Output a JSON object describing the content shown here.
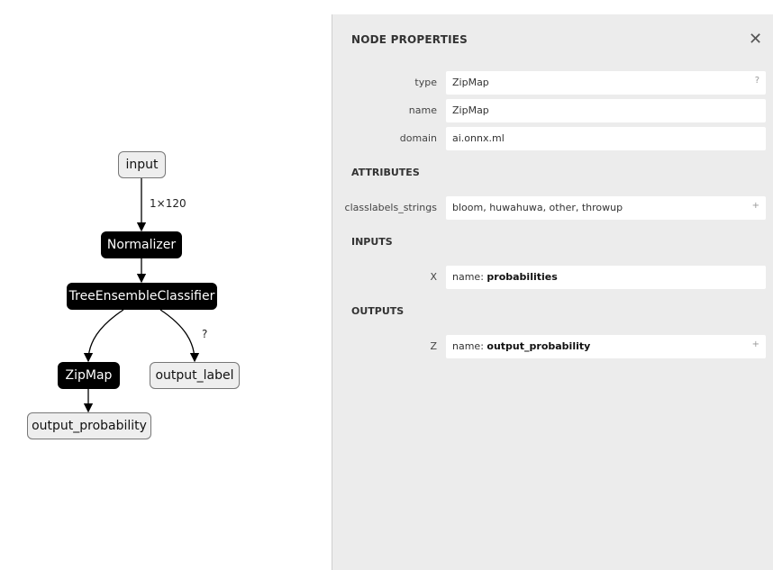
{
  "graph": {
    "nodes": {
      "input": "input",
      "normalizer": "Normalizer",
      "tree": "TreeEnsembleClassifier",
      "zipmap": "ZipMap",
      "output_label": "output_label",
      "output_probability": "output_probability"
    },
    "edge_labels": {
      "input_shape": "1×120",
      "label_shape": "?"
    }
  },
  "sidebar": {
    "title": "NODE PROPERTIES",
    "close_icon": "✕",
    "properties": [
      {
        "label": "type",
        "value": "ZipMap",
        "hint": "?"
      },
      {
        "label": "name",
        "value": "ZipMap"
      },
      {
        "label": "domain",
        "value": "ai.onnx.ml"
      }
    ],
    "attributes_title": "ATTRIBUTES",
    "attributes": [
      {
        "label": "classlabels_strings",
        "value": "bloom, huwahuwa, other, throwup",
        "hint": "+"
      }
    ],
    "inputs_title": "INPUTS",
    "inputs": [
      {
        "label": "X",
        "prefix": "name: ",
        "value": "probabilities"
      }
    ],
    "outputs_title": "OUTPUTS",
    "outputs": [
      {
        "label": "Z",
        "prefix": "name: ",
        "value": "output_probability",
        "hint": "+"
      }
    ]
  }
}
